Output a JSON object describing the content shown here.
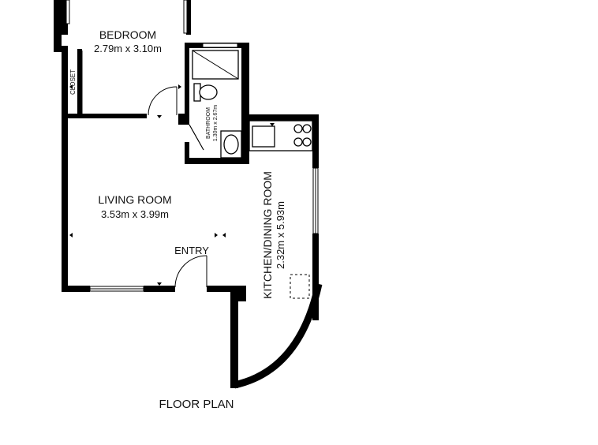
{
  "rooms": {
    "bedroom": {
      "name": "BEDROOM",
      "dimensions": "2.79m x 3.10m"
    },
    "closet": {
      "name": "CLOSET"
    },
    "bathroom": {
      "name": "BATHROOM",
      "dimensions": "1.30m x 2.67m"
    },
    "living_room": {
      "name": "LIVING ROOM",
      "dimensions": "3.53m x 3.99m"
    },
    "kitchen": {
      "name": "KITCHEN/DINING ROOM",
      "dimensions": "2.32m x 5.93m"
    },
    "entry": {
      "name": "ENTRY"
    }
  },
  "caption": "FLOOR PLAN"
}
